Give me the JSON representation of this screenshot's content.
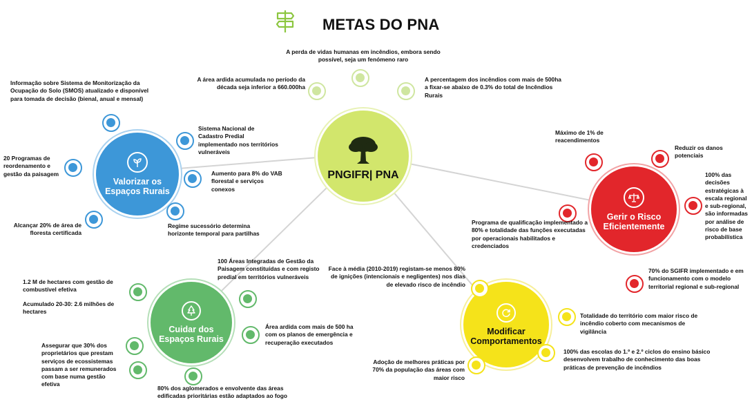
{
  "header": {
    "title": "METAS DO PNA"
  },
  "center": {
    "label": "PNGIFR| PNA"
  },
  "hubs": {
    "valorizar": {
      "label": "Valorizar os\nEspaços Rurais"
    },
    "cuidar": {
      "label": "Cuidar dos\nEspaços Rurais"
    },
    "gerir": {
      "label": "Gerir o Risco\nEficientemente"
    },
    "modificar": {
      "label": "Modificar\nComportamentos"
    }
  },
  "colors": {
    "center": "#d2e66c",
    "center_light": "#cfe6a0",
    "valorizar": "#3d97d8",
    "cuidar": "#62b96b",
    "gerir": "#e2262b",
    "modificar": "#f5e31a",
    "link": "#d4d4d4"
  },
  "goals": {
    "top_center": "A perda de vidas humanas em incêndios, embora sendo possível, seja um fenómeno raro",
    "top_left": "A área ardida acumulada no período da década seja inferior a 660.000ha",
    "top_right": "A percentagem dos incêndios com mais de 500ha a fixar-se abaixo de 0.3% do total de Incêndios Rurais",
    "valorizar_1": "Informação sobre Sistema de Monitorização da Ocupação do Solo (SMOS) atualizado e disponível para tomada de decisão (bienal, anual e mensal)",
    "valorizar_2": "Sistema Nacional de Cadastro Predial implementado nos territórios vulneráveis",
    "valorizar_3": "20 Programas de reordenamento e gestão da paisagem",
    "valorizar_4": "Aumento para 8% do VAB florestal e serviços conexos",
    "valorizar_5": "Alcançar 20% de área de floresta certificada",
    "valorizar_6": "Regime sucessório determina horizonte temporal para partilhas",
    "cuidar_1": "100 Áreas Integradas de Gestão da Paisagem constituídas e com registo predial em territórios vulneráveis",
    "cuidar_2a": "1.2 M de hectares com gestão de combustível efetiva",
    "cuidar_2b": "Acumulado 20-30: 2.6 milhões de hectares",
    "cuidar_3": "Área ardida com mais de 500 ha com os planos de emergência e recuperação executados",
    "cuidar_4": "Assegurar que 30% dos proprietários que prestam serviços de ecossistemas passam a ser remunerados com base numa gestão efetiva",
    "cuidar_5": "80% dos aglomerados e envolvente das áreas edificadas prioritárias estão adaptados ao fogo",
    "gerir_1": "Máximo de 1% de reacendimentos",
    "gerir_2": "Reduzir os danos potenciais",
    "gerir_3": "100% das decisões estratégicas à escala regional e sub-regional, são informadas por análise de risco de base probabilística",
    "gerir_4": "Programa de qualificação implementado a 80% e totalidade das funções executadas por operacionais habilitados e credenciados",
    "gerir_5": "70% do SGIFR implementado e em funcionamento com o modelo territorial regional e sub-regional",
    "mod_1": "Face à média (2010-2019) registam-se menos 80% de ignições (intencionais e negligentes) nos dias de elevado risco de incêndio",
    "mod_2": "Totalidade do território com maior risco de incêndio coberto com mecanismos de vigilância",
    "mod_3": "100% das escolas do 1.º e 2.º ciclos do ensino básico desenvolvem trabalho de conhecimento das boas práticas de prevenção de incêndios",
    "mod_4": "Adoção de melhores práticas por 70% da população das áreas com maior risco"
  }
}
